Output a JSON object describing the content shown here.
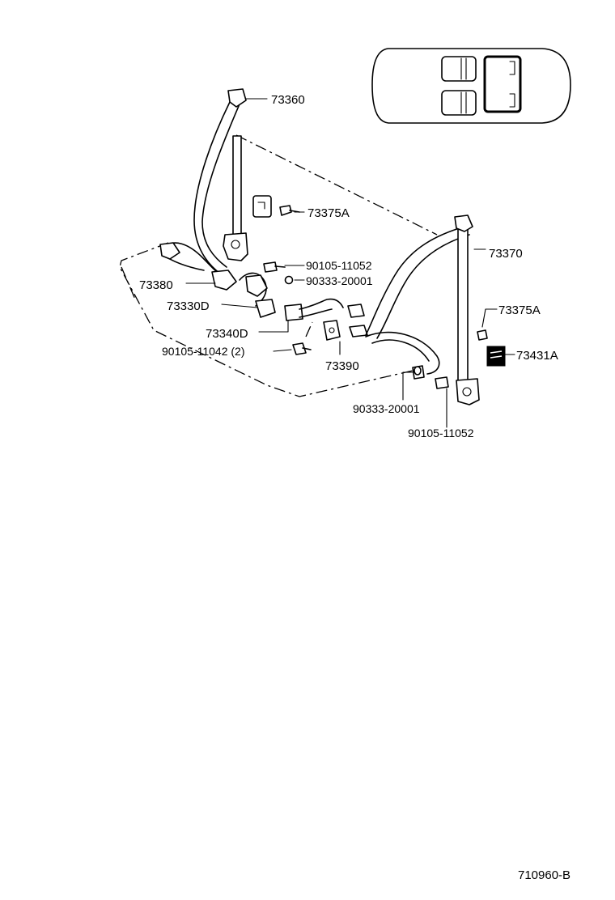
{
  "labels": {
    "p73360": "73360",
    "p73375a_upper": "73375A",
    "p73370": "73370",
    "p90105_11052_upper": "90105-11052",
    "p90333_20001_upper": "90333-20001",
    "p73380": "73380",
    "p73330d": "73330D",
    "p73375a_right": "73375A",
    "p73340d": "73340D",
    "p73431a": "73431A",
    "p90105_11042": "90105-11042 (2)",
    "p73390": "73390",
    "p90333_20001_lower": "90333-20001",
    "p90105_11052_lower": "90105-11052"
  },
  "figure_code": "710960-B"
}
